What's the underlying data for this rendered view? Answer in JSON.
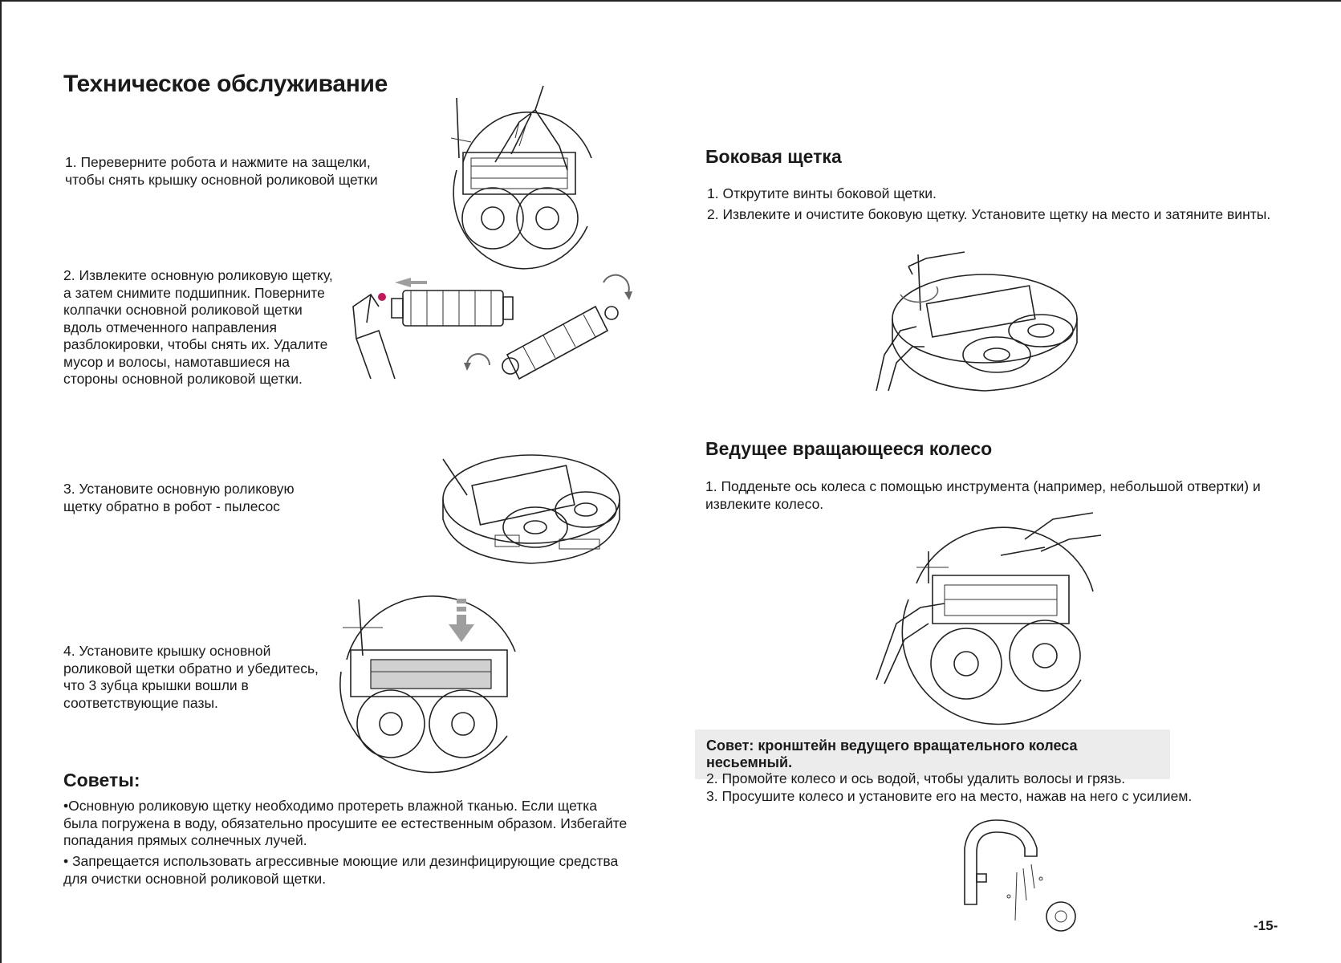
{
  "page_title": "Техническое обслуживание",
  "left_steps": {
    "step1": [
      "1.   Переверните робота и нажмите на защелки,",
      "чтобы снять крышку основной роликовой щетки"
    ],
    "step2": [
      "2. Извлеките основную роликовую щетку,",
      "а затем снимите подшипник. Поверните",
      "колпачки основной роликовой щетки",
      "вдоль отмеченного направления",
      "разблокировки, чтобы снять их. Удалите",
      "мусор и волосы, намотавшиеся на",
      "стороны основной роликовой щетки."
    ],
    "step3": [
      "3. Установите основную роликовую",
      "щетку обратно в робот - пылесос"
    ],
    "step4": [
      "4. Установите крышку основной",
      "роликовой щетки обратно и убедитесь,",
      "что 3 зубца крышки вошли в",
      "соответствующие пазы."
    ]
  },
  "tips": {
    "heading": "Советы:",
    "tip1": [
      "•Основную роликовую щетку необходимо протереть влажной тканью. Если щетка",
      "была погружена в воду, обязательно просушите ее естественным образом. Избегайте",
      "попадания прямых солнечных лучей."
    ],
    "tip2": [
      "• Запрещается использовать агрессивные моющие или дезинфицирующие средства",
      "для очистки основной роликовой щетки."
    ]
  },
  "side_brush": {
    "heading": "Боковая щетка",
    "steps": [
      "1.  Открутите винты боковой щетки.",
      "2.  Извлеките и очистите боковую щетку. Установите щетку на место и затяните винты."
    ]
  },
  "drive_wheel": {
    "heading": "Ведущее вращающееся колесо",
    "step1": [
      "1. Подденьте ось колеса с помощью инструмента (например, небольшой отвертки) и",
      "извлеките колесо."
    ],
    "tip": "Совет: кронштейн ведущего вращательного колеса несьемный.",
    "steps": [
      "2. Промойте колесо и ось водой, чтобы удалить волосы и грязь.",
      "3. Просушите колесо и установите его на место, нажав на него с усилием."
    ]
  },
  "page_number": "-15-",
  "colors": {
    "accent_magenta": "#c2185b",
    "arrow_gray": "#9e9e9e",
    "tip_background": "#ececec"
  },
  "illustrations": [
    "robot-underside-hand-icon",
    "roller-brush-removal-icon",
    "robot-brush-install-icon",
    "robot-cover-install-icon",
    "side-brush-screwdriver-icon",
    "drive-wheel-removal-icon",
    "faucet-wheel-wash-icon"
  ]
}
